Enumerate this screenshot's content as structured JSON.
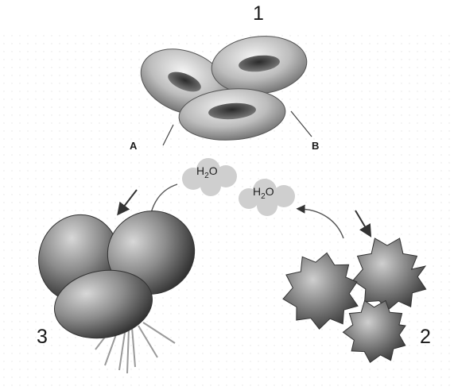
{
  "labels": {
    "stage_1": "1",
    "stage_2": "2",
    "stage_3": "3",
    "point_a": "A",
    "point_b": "B"
  },
  "water_label": {
    "symbol": "H",
    "subscript": "2",
    "suffix": "O"
  }
}
